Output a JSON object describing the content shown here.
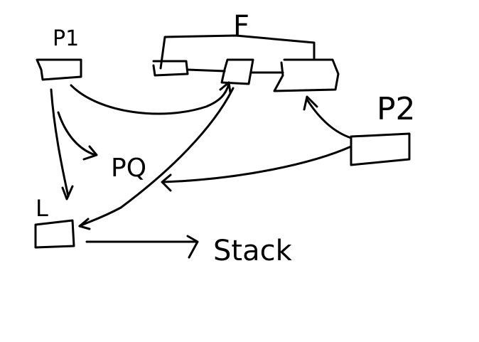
{
  "diagram": {
    "labels": {
      "p1": "P1",
      "f": "F",
      "p2": "P2",
      "pq": "PQ",
      "l": "L",
      "stack": "Stack"
    },
    "ink_color": "#000000",
    "background": "#ffffff"
  }
}
